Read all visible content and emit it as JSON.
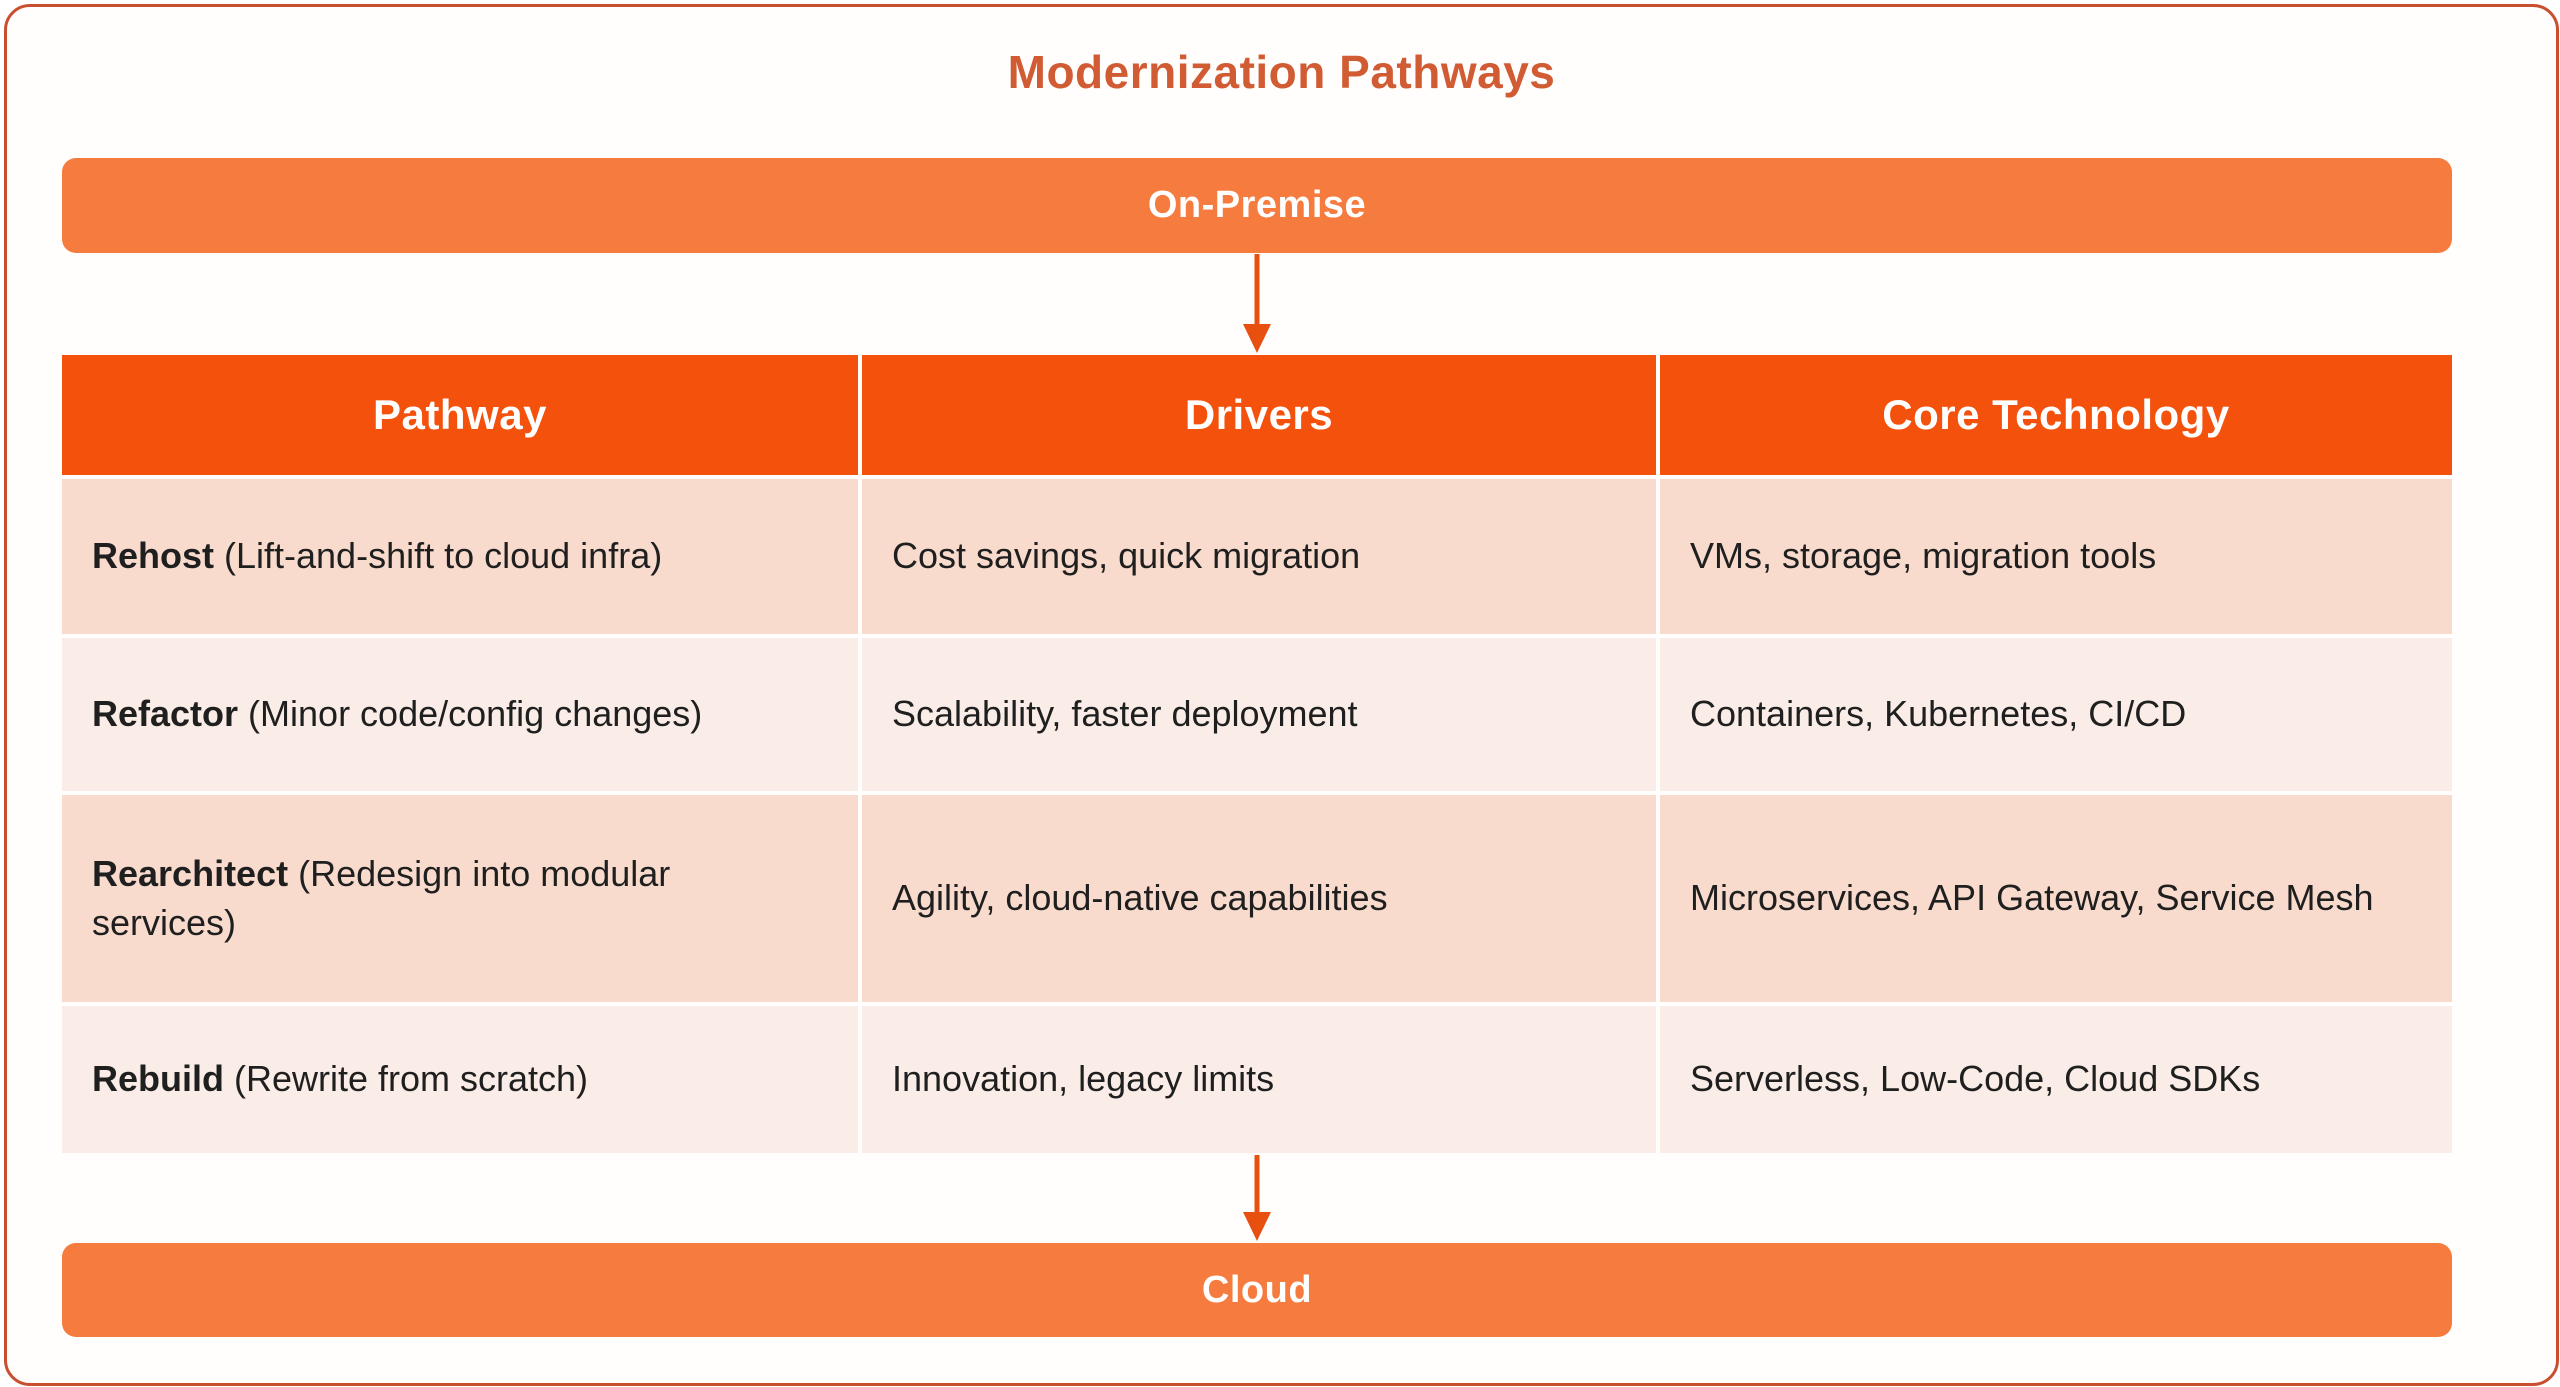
{
  "diagram": {
    "title": "Modernization Pathways",
    "source_label": "On-Premise",
    "target_label": "Cloud"
  },
  "table": {
    "headers": {
      "pathway": "Pathway",
      "drivers": "Drivers",
      "tech": "Core Technology"
    },
    "rows": [
      {
        "name": "Rehost",
        "detail": " (Lift-and-shift to cloud infra)",
        "drivers": "Cost savings, quick migration",
        "tech": "VMs, storage, migration tools"
      },
      {
        "name": "Refactor",
        "detail": " (Minor code/config changes)",
        "drivers": "Scalability, faster deployment",
        "tech": "Containers, Kubernetes, CI/CD"
      },
      {
        "name": "Rearchitect",
        "detail": " (Redesign into modular services)",
        "drivers": "Agility, cloud-native capabilities",
        "tech": "Microservices, API Gateway, Service Mesh"
      },
      {
        "name": "Rebuild",
        "detail": " (Rewrite from scratch)",
        "drivers": "Innovation, legacy limits",
        "tech": "Serverless, Low-Code, Cloud SDKs"
      }
    ]
  },
  "colors": {
    "frame_border": "#c8502e",
    "title_text": "#d15c33",
    "banner_fill": "#f57b3e",
    "banner_text": "#ffffff",
    "header_fill": "#f4510d",
    "header_text": "#ffffff",
    "arrow": "#e8500f",
    "row_odd_fill": "#f8dbcd",
    "row_even_fill": "#faece6",
    "cell_text": "#1f1f1f"
  }
}
